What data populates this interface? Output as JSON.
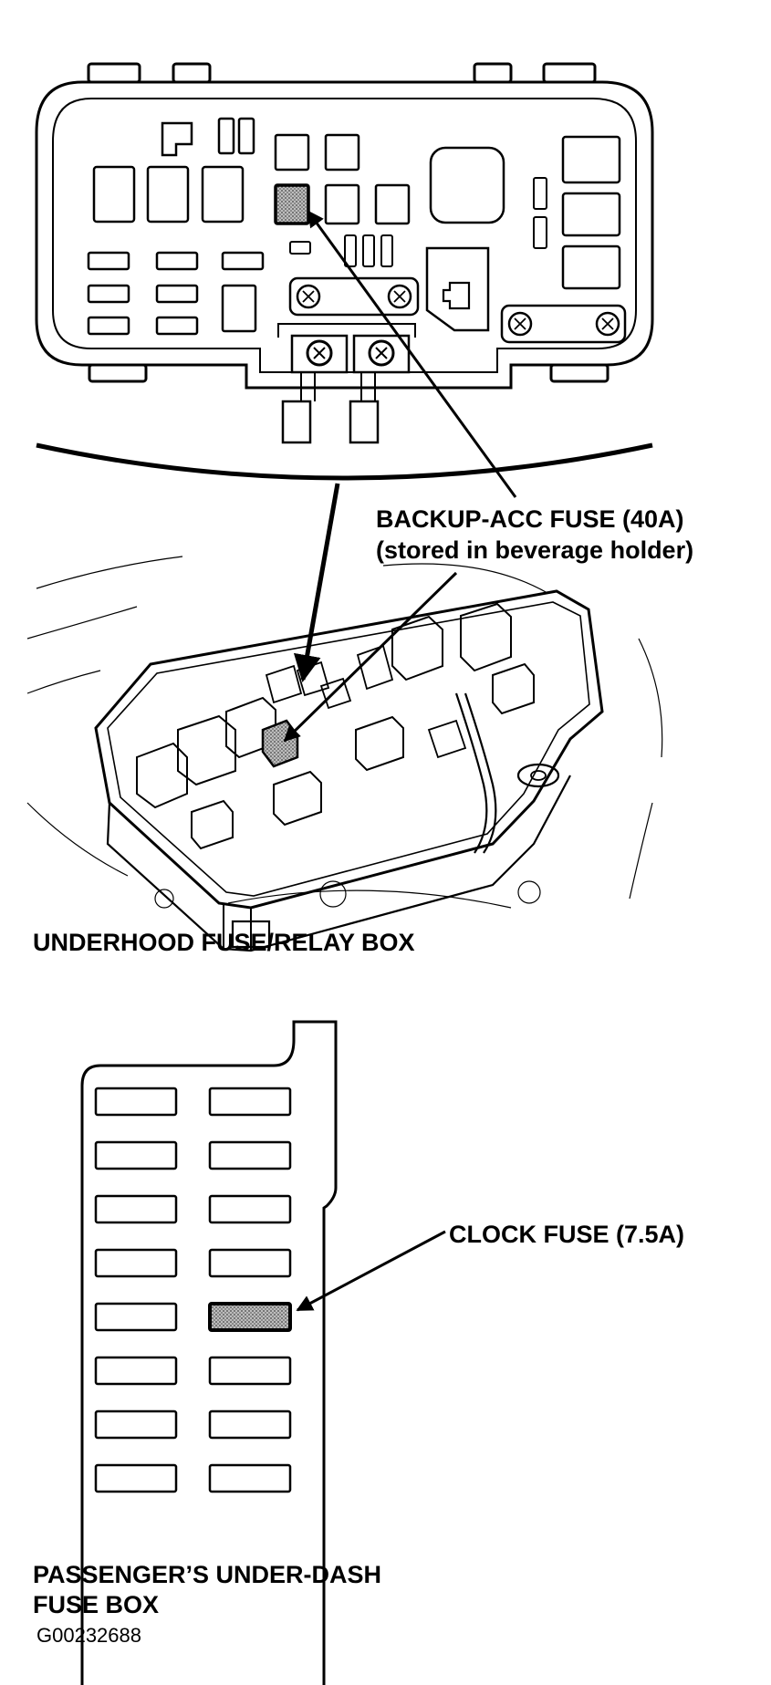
{
  "labels": {
    "backup_fuse_line1": "BACKUP-ACC FUSE (40A)",
    "backup_fuse_line2": "(stored in beverage holder)",
    "underhood_box": "UNDERHOOD FUSE/RELAY BOX",
    "clock_fuse": "CLOCK FUSE (7.5A)",
    "passenger_box_line1": "PASSENGER’S UNDER-DASH",
    "passenger_box_line2": "FUSE BOX",
    "figure_code": "G00232688"
  },
  "colors": {
    "ink": "#000000",
    "paper": "#ffffff",
    "highlight_fill": "#9a9a9a"
  },
  "under_dash_box": {
    "columns": 2,
    "rows": 8,
    "highlighted_slot": {
      "row": 5,
      "column": 2
    }
  }
}
